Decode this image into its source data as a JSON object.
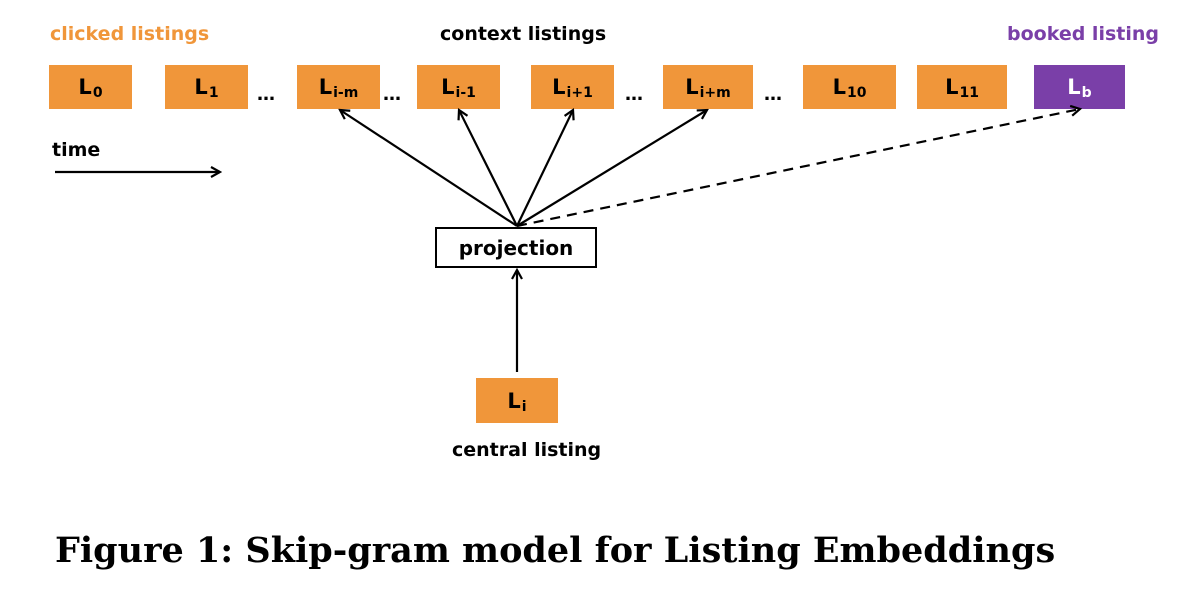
{
  "labels": {
    "clicked": "clicked listings",
    "context": "context listings",
    "booked": "booked listing",
    "time": "time",
    "central": "central listing"
  },
  "listings": {
    "l0": {
      "main": "L",
      "sub": "0"
    },
    "l1": {
      "main": "L",
      "sub": "1"
    },
    "lim": {
      "main": "L",
      "sub": "i-m"
    },
    "li1m": {
      "main": "L",
      "sub": "i-1"
    },
    "li1p": {
      "main": "L",
      "sub": "i+1"
    },
    "lipm": {
      "main": "L",
      "sub": "i+m"
    },
    "l10": {
      "main": "L",
      "sub": "10"
    },
    "l11": {
      "main": "L",
      "sub": "11"
    },
    "lb": {
      "main": "L",
      "sub": "b"
    },
    "li": {
      "main": "L",
      "sub": "i"
    }
  },
  "ellipsis": "…",
  "projection": "projection",
  "caption": "Figure 1: Skip-gram model for Listing Embeddings",
  "colors": {
    "clicked": "#F0963A",
    "booked": "#7A3FA8",
    "text": "#000000",
    "arrow": "#000000"
  }
}
